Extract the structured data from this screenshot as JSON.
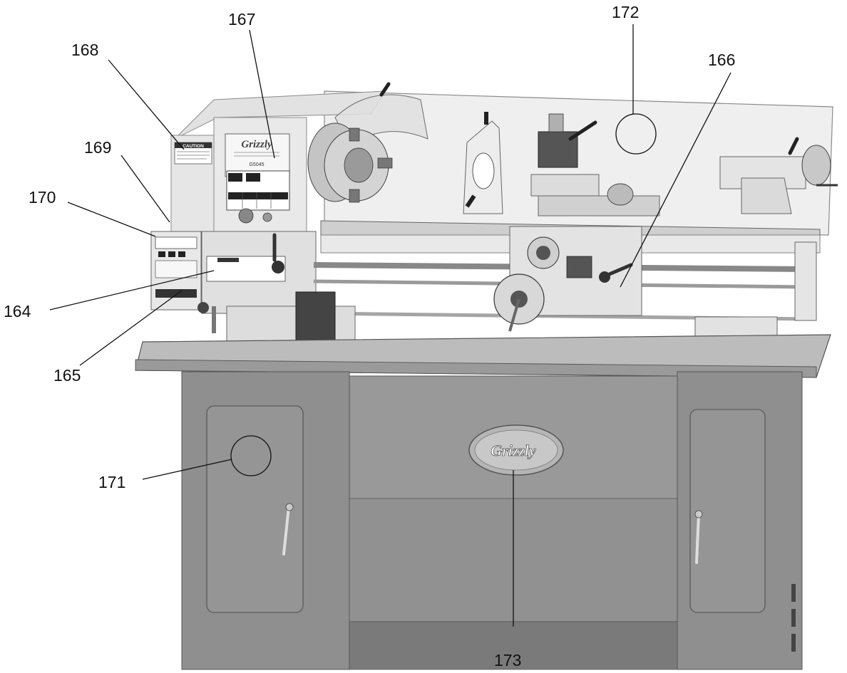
{
  "diagram": {
    "callouts": [
      {
        "id": "164",
        "label": "164"
      },
      {
        "id": "165",
        "label": "165"
      },
      {
        "id": "166",
        "label": "166"
      },
      {
        "id": "167",
        "label": "167"
      },
      {
        "id": "168",
        "label": "168"
      },
      {
        "id": "169",
        "label": "169"
      },
      {
        "id": "170",
        "label": "170"
      },
      {
        "id": "171",
        "label": "171"
      },
      {
        "id": "172",
        "label": "172"
      },
      {
        "id": "173",
        "label": "173"
      }
    ],
    "machine": {
      "brand_badge": "Grizzly",
      "headstock_logo": "Grizzly",
      "model": "G5045",
      "caution_label": "CAUTION"
    },
    "colors": {
      "stand": "#8f8f8f",
      "stand_dark": "#6e6e6e",
      "machine_body": "#d9d9d9",
      "background": "#ffffff"
    }
  }
}
